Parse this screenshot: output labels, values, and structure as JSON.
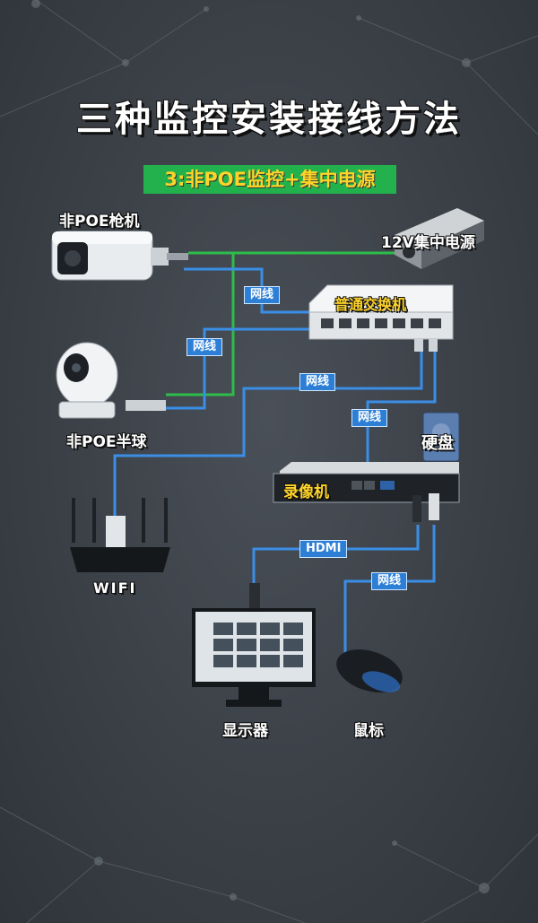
{
  "title": "三种监控安装接线方法",
  "subtitle": "3:非POE监控+集中电源",
  "colors": {
    "network": "#3a8ee6",
    "power": "#2ebd4a",
    "subtitle_bg": "#22b14c",
    "label_yellow": "#ffd42a"
  },
  "devices": {
    "bullet_camera": "非POE枪机",
    "dome_camera": "非POE半球",
    "power_supply": "12V集中电源",
    "switch": "普通交换机",
    "hard_disk": "硬盘",
    "nvr": "录像机",
    "wifi": "WIFI",
    "monitor": "显示器",
    "mouse": "鼠标"
  },
  "cable_labels": {
    "net1": "网线",
    "net2": "网线",
    "net3": "网线",
    "net4": "网线",
    "hdmi": "HDMI",
    "net5": "网线"
  }
}
